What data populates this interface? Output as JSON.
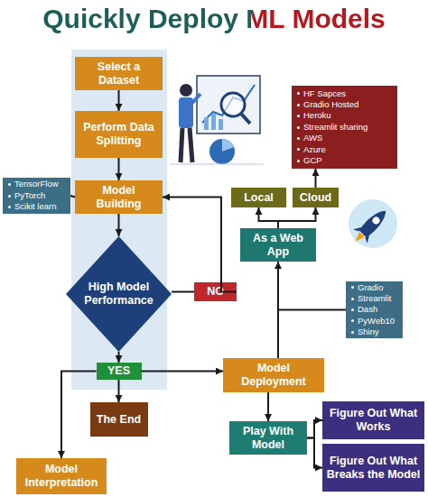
{
  "diagram": {
    "title": "Quickly Deploy ML Models",
    "nodes": [
      {
        "text": [
          "Select a Dataset"
        ]
      },
      {
        "text": [
          "Perform Data Splitting"
        ]
      },
      {
        "text": [
          "Model Building"
        ]
      },
      {
        "text": [
          "High Model Performance"
        ]
      },
      {
        "text": [
          "NO"
        ]
      },
      {
        "text": [
          "YES"
        ]
      },
      {
        "text": [
          "The End"
        ]
      },
      {
        "text": [
          "Model Interpretation"
        ]
      },
      {
        "text": [
          "Model Deployment"
        ]
      },
      {
        "text": [
          "Play With Model"
        ]
      },
      {
        "text": [
          "Figure Out What Works"
        ]
      },
      {
        "text": [
          "Figure Out What Breaks the Model"
        ]
      },
      {
        "text": [
          "As a Web App"
        ]
      },
      {
        "text": [
          "Local"
        ]
      },
      {
        "text": [
          "Cloud"
        ]
      },
      {
        "text": [
          "HF Sapces",
          "Gradio Hosted",
          "Heroku",
          "Streamlit sharing",
          "AWS",
          "Azure",
          "GCP"
        ]
      },
      {
        "text": [
          "TensorFlow",
          "PyTorch",
          "Scikit learn"
        ]
      },
      {
        "text": [
          "Gradio",
          "Streamlit",
          "Dash",
          "PyWeb10",
          "Shiny"
        ]
      }
    ],
    "edges": [
      {
        "from": 0,
        "to": 1,
        "arrow": "to"
      },
      {
        "from": 1,
        "to": 2,
        "arrow": "to"
      },
      {
        "from": 2,
        "to": 3,
        "arrow": "to"
      },
      {
        "from": 3,
        "to": 4,
        "arrow": "none"
      },
      {
        "from": 4,
        "to": 2,
        "arrow": "to"
      },
      {
        "from": 3,
        "to": 5,
        "arrow": "to"
      },
      {
        "from": 5,
        "to": 6,
        "arrow": "to"
      },
      {
        "from": 5,
        "to": 8,
        "arrow": "to"
      },
      {
        "from": 5,
        "to": 7,
        "arrow": "to"
      },
      {
        "from": 8,
        "to": 9,
        "arrow": "to"
      },
      {
        "from": 9,
        "to": 10,
        "arrow": "to"
      },
      {
        "from": 9,
        "to": 11,
        "arrow": "to"
      },
      {
        "from": 8,
        "to": 12,
        "arrow": "to"
      },
      {
        "from": 17,
        "to": 12,
        "arrow": "none"
      },
      {
        "from": 16,
        "to": 2,
        "arrow": "none"
      },
      {
        "from": 12,
        "to": 13,
        "arrow": "to"
      },
      {
        "from": 12,
        "to": 14,
        "arrow": "to"
      },
      {
        "from": 14,
        "to": 15,
        "arrow": "to"
      }
    ]
  }
}
